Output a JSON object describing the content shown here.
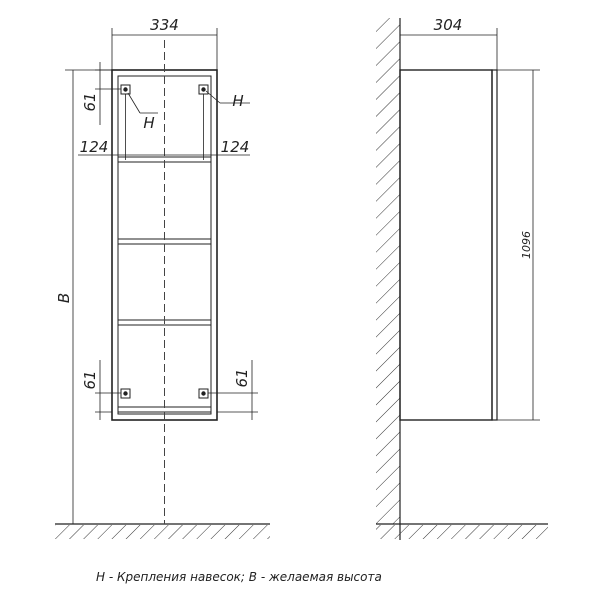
{
  "front_view": {
    "width_label": "334",
    "top_offset_label": "61",
    "bottom_offset_left_label": "61",
    "bottom_offset_right_label": "61",
    "side_left_label": "124",
    "side_right_label": "124",
    "mount_label_top_right": "H",
    "mount_label_top_left": "H",
    "height_label": "B"
  },
  "side_view": {
    "depth_label": "304",
    "height_label": "1096"
  },
  "caption": "H - Крепления навесок; B - желаемая высота"
}
